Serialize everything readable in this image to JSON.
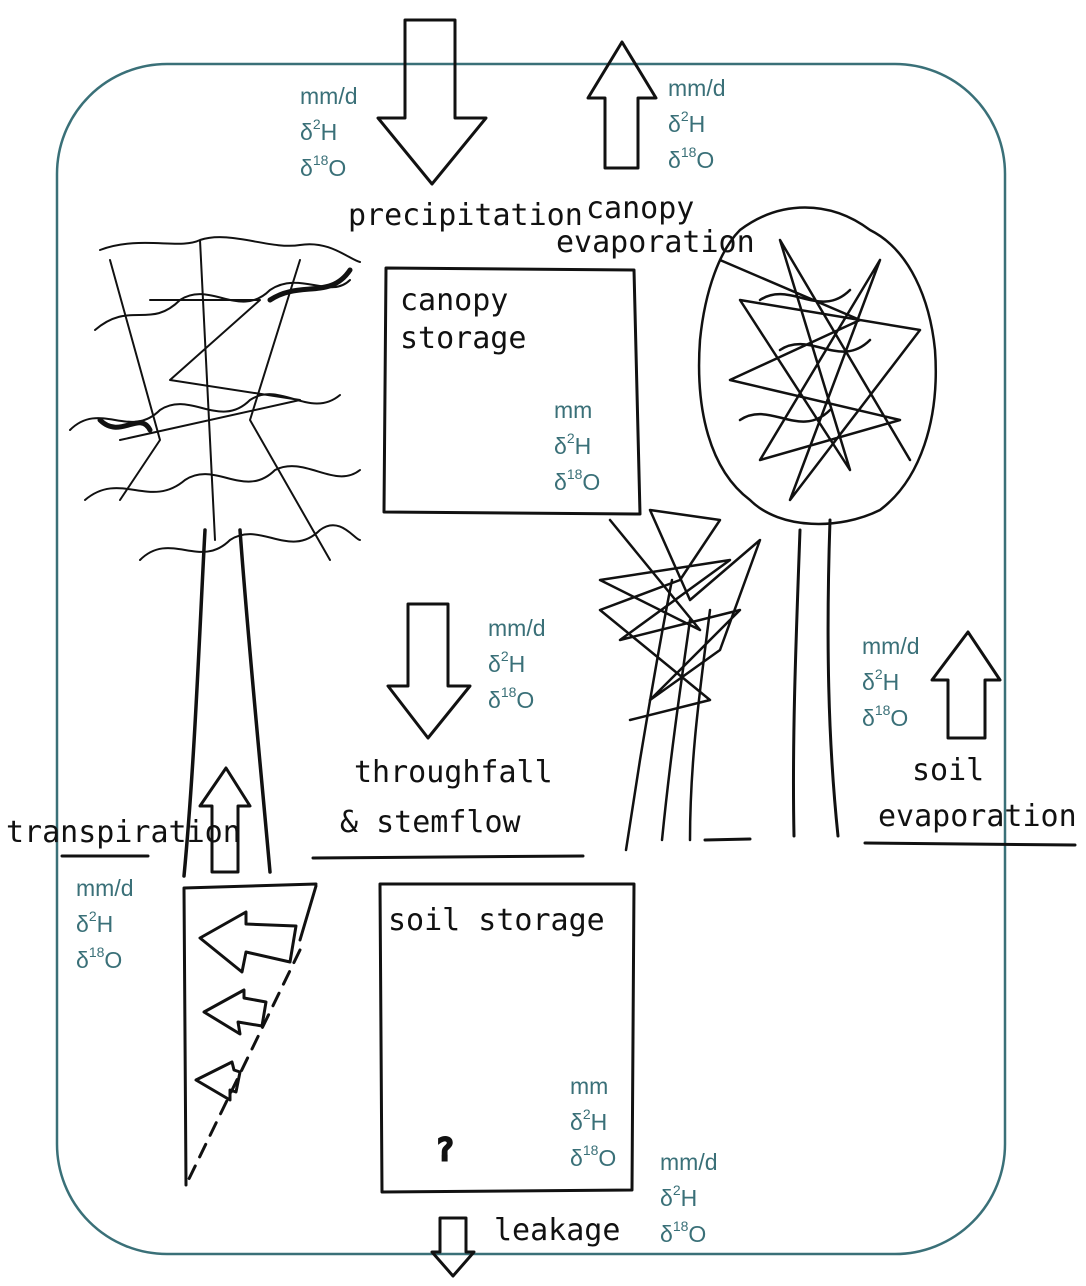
{
  "colors": {
    "ink": "#111111",
    "frame": "#3a7078",
    "units": "#3a7078"
  },
  "labels": {
    "precipitation": "precipitation",
    "canopy_evap_line1": "canopy",
    "canopy_evap_line2": "evaporation",
    "canopy_storage_line1": "canopy",
    "canopy_storage_line2": "storage",
    "throughfall_line1": "throughfall",
    "throughfall_line2": "& stemflow",
    "soil_evap_line1": "soil",
    "soil_evap_line2": "evaporation",
    "transpiration": "transpiration",
    "soil_storage": "soil storage",
    "question": "?",
    "leakage": "leakage"
  },
  "units": {
    "flux": "mm/d",
    "storage": "mm",
    "d2h_delta": "δ",
    "d2h_sup": "2",
    "d2h_tail": "H",
    "d18o_delta": "δ",
    "d18o_sup": "18",
    "d18o_tail": "O"
  },
  "icons": [
    "tree-left-icon",
    "tree-right-icon",
    "shrub-icon",
    "flux-arrow-icon"
  ]
}
